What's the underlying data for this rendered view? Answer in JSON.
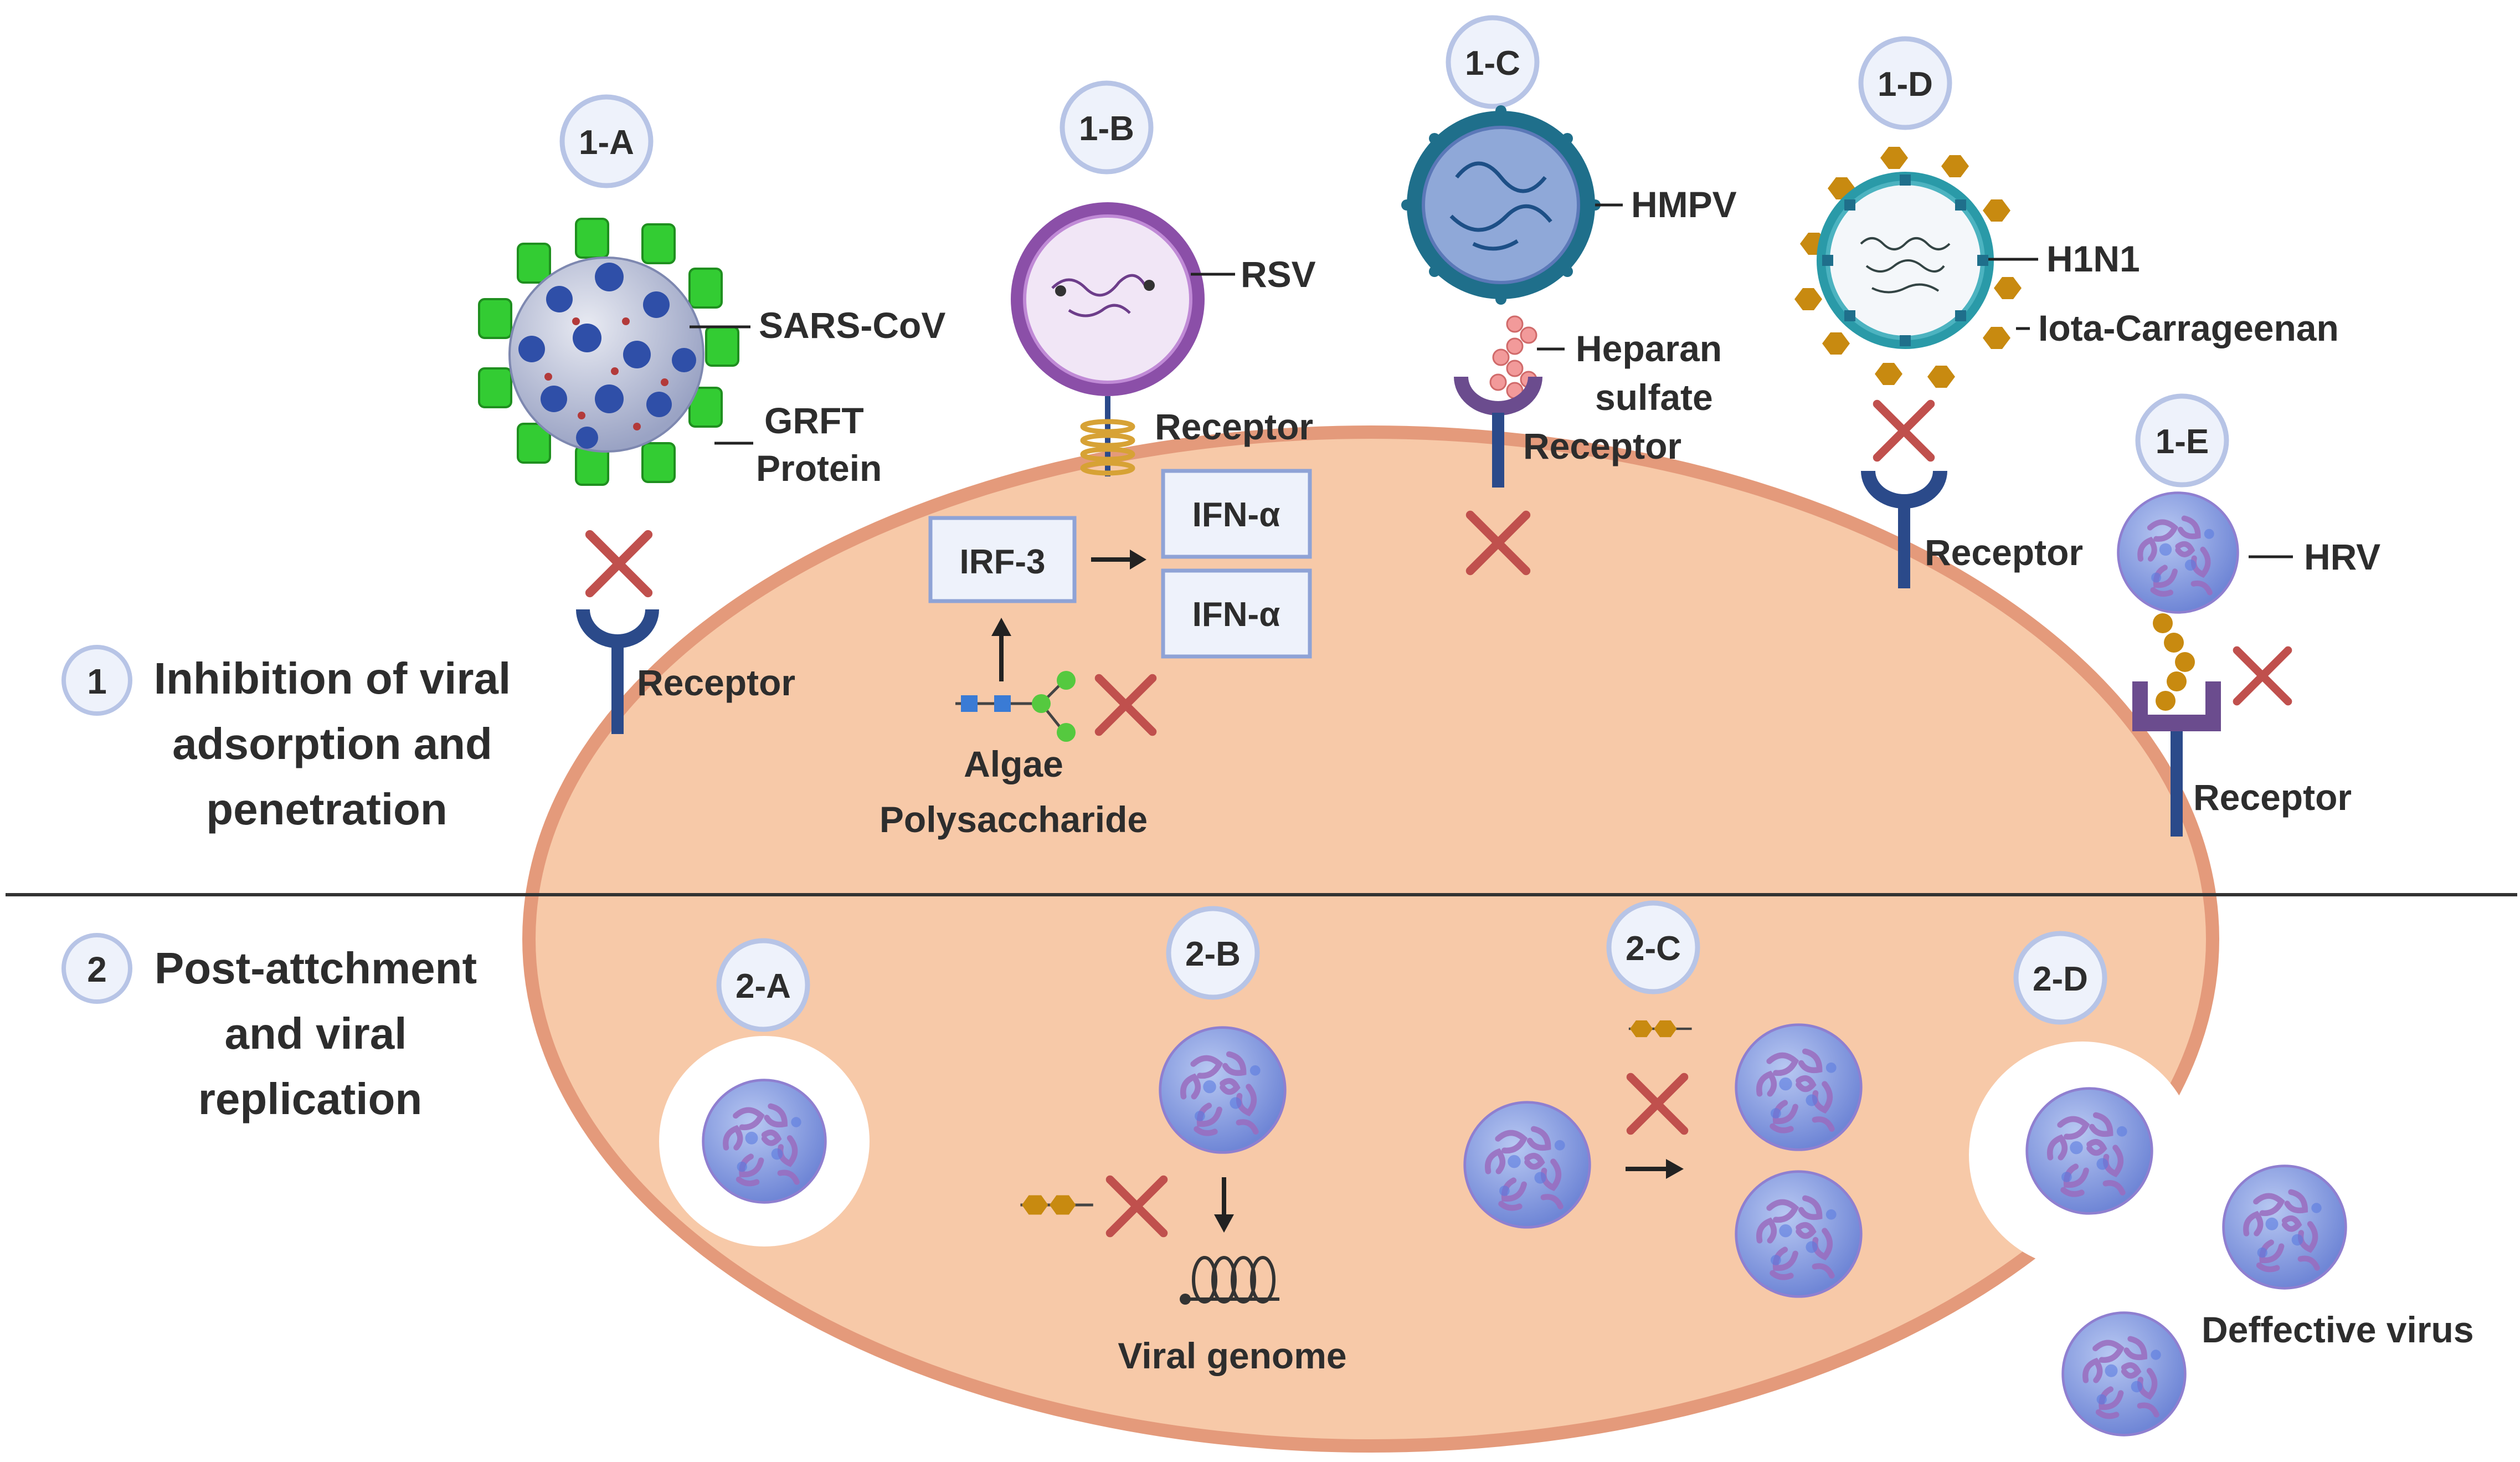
{
  "colors": {
    "cell_fill": "#f7c9a8",
    "cell_border": "#e49a7b",
    "label_text": "#2d2d2d",
    "badge_border": "#b7c4e6",
    "badge_fill": "#eef2fb",
    "inhibit_x": "#c0504d",
    "receptor_blue": "#2b4a8a",
    "receptor_purple": "#6b4c8e",
    "box_border": "#8fa3d6",
    "box_fill": "#eef2fb",
    "virus_blue": "#7f98e0",
    "virus_purple": "#9a6cbf",
    "grft_green": "#33cc33",
    "carrageenan_gold": "#c88a10",
    "divider": "#333333"
  },
  "sections": {
    "s1": {
      "number": "1",
      "line1": "Inhibition of viral",
      "line2": "adsorption and",
      "line3": "penetration"
    },
    "s2": {
      "number": "2",
      "line1": "Post-attchment",
      "line2": "and viral",
      "line3": "replication"
    }
  },
  "badges": {
    "b1a": "1-A",
    "b1b": "1-B",
    "b1c": "1-C",
    "b1d": "1-D",
    "b1e": "1-E",
    "b2a": "2-A",
    "b2b": "2-B",
    "b2c": "2-C",
    "b2d": "2-D"
  },
  "labels": {
    "sars": "SARS-CoV",
    "grft1": "GRFT",
    "grft2": "Protein",
    "receptor_1a": "Receptor",
    "rsv": "RSV",
    "receptor_1b": "Receptor",
    "irf3": "IRF-3",
    "ifn1": "IFN-α",
    "ifn2": "IFN-α",
    "algae1": "Algae",
    "algae2": "Polysaccharide",
    "hmpv": "HMPV",
    "heparan1": "Heparan",
    "heparan2": "sulfate",
    "receptor_1c": "Receptor",
    "h1n1": "H1N1",
    "iota": "Iota-Carrageenan",
    "receptor_1d": "Receptor",
    "hrv": "HRV",
    "receptor_1e": "Receptor",
    "viral_genome": "Viral genome",
    "defective": "Deffective virus"
  },
  "icons": [
    "virus-icon",
    "receptor-icon",
    "inhibition-x-icon",
    "arrow-icon",
    "polysaccharide-chain-icon",
    "genome-coil-icon"
  ]
}
